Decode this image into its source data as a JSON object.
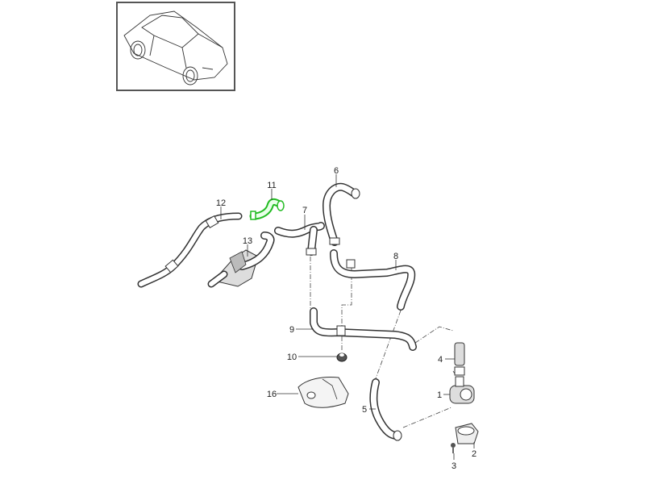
{
  "diagram": {
    "highlight_color": "#22bb22",
    "highlighted_part": "11",
    "parts": [
      {
        "id": "p1",
        "label": "1"
      },
      {
        "id": "p2",
        "label": "2"
      },
      {
        "id": "p3",
        "label": "3"
      },
      {
        "id": "p4",
        "label": "4"
      },
      {
        "id": "p5",
        "label": "5"
      },
      {
        "id": "p6",
        "label": "6"
      },
      {
        "id": "p7",
        "label": "7"
      },
      {
        "id": "p8",
        "label": "8"
      },
      {
        "id": "p9",
        "label": "9"
      },
      {
        "id": "p10",
        "label": "10"
      },
      {
        "id": "p11",
        "label": "11"
      },
      {
        "id": "p12",
        "label": "12"
      },
      {
        "id": "p13",
        "label": "13"
      },
      {
        "id": "p16",
        "label": "16"
      }
    ]
  }
}
